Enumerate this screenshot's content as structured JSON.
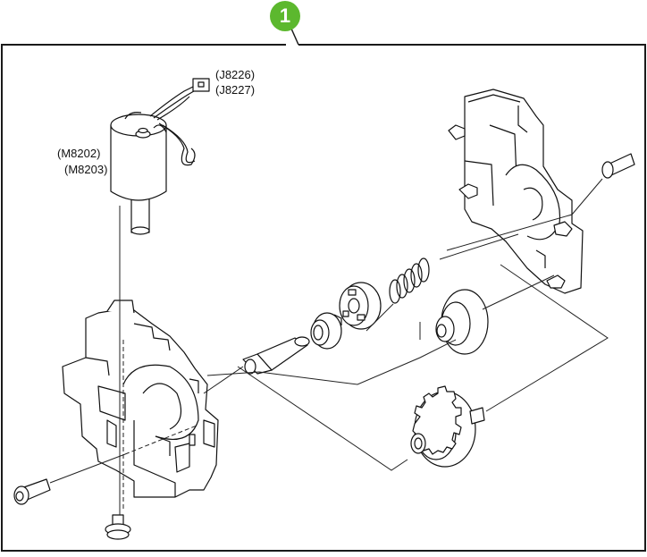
{
  "callout": {
    "number": "1",
    "color": "#5cb82e"
  },
  "labels": {
    "connector_1": "(J8226)",
    "connector_2": "(J8227)",
    "motor_1": "(M8202)",
    "motor_2": "(M8203)"
  },
  "colors": {
    "frame": "#1a1a1a",
    "line": "#222222",
    "fill": "#ffffff"
  }
}
